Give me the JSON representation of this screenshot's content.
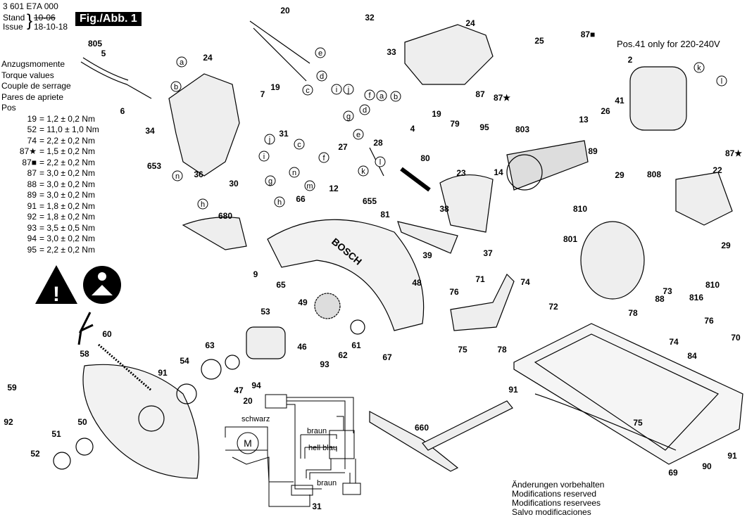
{
  "header": {
    "doc_number": "3 601 E7A 000",
    "stand_label": "Stand",
    "issue_label": "Issue",
    "old_date": "10-06",
    "new_date": "18-10-18",
    "figure_label": "Fig./Abb. 1"
  },
  "torque": {
    "headings": [
      "Anzugsmomente",
      "Torque values",
      "Couple de serrage",
      "Pares de apriete",
      "Pos"
    ],
    "rows": [
      {
        "pos": "19",
        "value": "=  1,2 ± 0,2 Nm"
      },
      {
        "pos": "52",
        "value": "= 11,0 ± 1,0 Nm"
      },
      {
        "pos": "74",
        "value": "=  2,2 ± 0,2 Nm"
      },
      {
        "pos": "87★",
        "value": "=  1,5 ± 0,2 Nm"
      },
      {
        "pos": "87■",
        "value": "=  2,2 ± 0,2 Nm"
      },
      {
        "pos": "87",
        "value": "=  3,0 ± 0,2 Nm"
      },
      {
        "pos": "88",
        "value": "=  3,0 ± 0,2 Nm"
      },
      {
        "pos": "89",
        "value": "=  3,0 ± 0,2 Nm"
      },
      {
        "pos": "91",
        "value": "=  1,8 ± 0,2 Nm"
      },
      {
        "pos": "92",
        "value": "=  1,8 ± 0,2 Nm"
      },
      {
        "pos": "93",
        "value": "=  3,5 ± 0,5 Nm"
      },
      {
        "pos": "94",
        "value": "=  3,0 ± 0,2 Nm"
      },
      {
        "pos": "95",
        "value": "=  2,2 ± 0,2 Nm"
      }
    ]
  },
  "voltage_note": "Pos.41 only for 220-240V",
  "modifications": [
    "Änderungen vorbehalten",
    "Modifications reserved",
    "Modifications reservees",
    "Salvo modificaciones"
  ],
  "wiring": {
    "motor_label": "M",
    "wire_labels": [
      "schwarz",
      "braun",
      "hell blau",
      "braun"
    ]
  },
  "brand_mark": "BOSCH",
  "icons": [
    "warning-triangle-icon",
    "read-manual-icon"
  ],
  "part_labels": [
    "805",
    "5",
    "a",
    "24",
    "20",
    "e",
    "d",
    "c",
    "b",
    "6",
    "34",
    "7",
    "19",
    "32",
    "33",
    "24",
    "87■",
    "25",
    "87",
    "87★",
    "2",
    "k",
    "l",
    "i",
    "j",
    "f",
    "a",
    "b",
    "d",
    "g",
    "e",
    "4",
    "19",
    "13",
    "803",
    "26",
    "41",
    "95",
    "79",
    "31",
    "j",
    "c",
    "i",
    "27",
    "28",
    "653",
    "14",
    "89",
    "87★",
    "36",
    "n",
    "n",
    "k",
    "l",
    "f",
    "80",
    "29",
    "808",
    "22",
    "h",
    "30",
    "g",
    "m",
    "12",
    "655",
    "23",
    "810",
    "h",
    "66",
    "680",
    "81",
    "38",
    "801",
    "29",
    "37",
    "39",
    "48",
    "9",
    "65",
    "71",
    "74",
    "73",
    "810",
    "76",
    "88",
    "816",
    "72",
    "49",
    "53",
    "78",
    "76",
    "60",
    "46",
    "61",
    "75",
    "78",
    "74",
    "70",
    "58",
    "63",
    "62",
    "93",
    "67",
    "84",
    "54",
    "91",
    "47",
    "94",
    "59",
    "91",
    "20",
    "92",
    "50",
    "51",
    "660",
    "75",
    "52",
    "69",
    "90",
    "91",
    "31"
  ]
}
